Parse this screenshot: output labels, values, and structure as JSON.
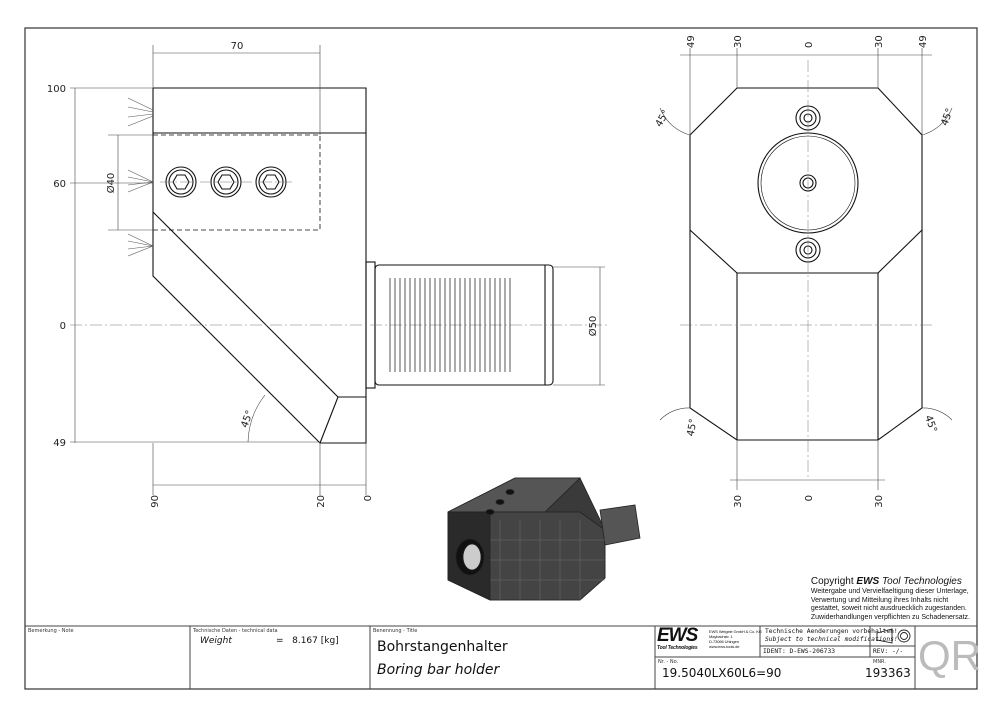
{
  "drawing": {
    "side_view": {
      "dim_width": "70",
      "dim_heights": [
        "100",
        "60",
        "0",
        "49"
      ],
      "dim_bottom": [
        "90",
        "20",
        "0"
      ],
      "dia_bore": "Ø40",
      "dia_shank": "Ø50",
      "angle": "45°"
    },
    "front_view": {
      "dim_top": [
        "49",
        "30",
        "0",
        "30",
        "49"
      ],
      "dim_bottom": [
        "30",
        "0",
        "30"
      ],
      "angles": [
        "45°",
        "45°",
        "45°",
        "45°"
      ]
    }
  },
  "copyright": {
    "prefix": "Copyright ",
    "brand": "EWS",
    "suffix": " Tool Technologies",
    "lines": [
      "Weitergabe und Vervielfaeltigung dieser Unterlage,",
      "Verwertung und Mitteilung ihres Inhalts nicht",
      "gestattet, soweit nicht ausdruecklich zugestanden.",
      "Zuwiderhandlungen verpflichten zu Schadenersatz."
    ]
  },
  "title_block": {
    "note_label": "Bemerkung - Note",
    "tech_label": "Technische Daten - technical data",
    "weight_label": "Weight",
    "weight_value": "=   8.167 [kg]",
    "title_label": "Benennung - Title",
    "title_de": "Bohrstangenhalter",
    "title_en": "Boring bar holder",
    "logo": "EWS",
    "logo_sub": "Tool Technologies",
    "company": [
      "EWS Weigele GmbH & Co. KG",
      "Maybachstr. 1",
      "D-73066 Uhingen",
      "www.ews-tools.de"
    ],
    "change_de": "Technische Aenderungen vorbehalten!",
    "change_en": "Subject to technical modifications!",
    "ident": "IDENT:  D-EWS-206733",
    "rev": "REV:  -/-",
    "nr_label": "Nr. - No.",
    "nr": "19.5040LX60L6=90",
    "mnr_label": "MNR.",
    "mnr": "193363",
    "qr": "QR"
  }
}
